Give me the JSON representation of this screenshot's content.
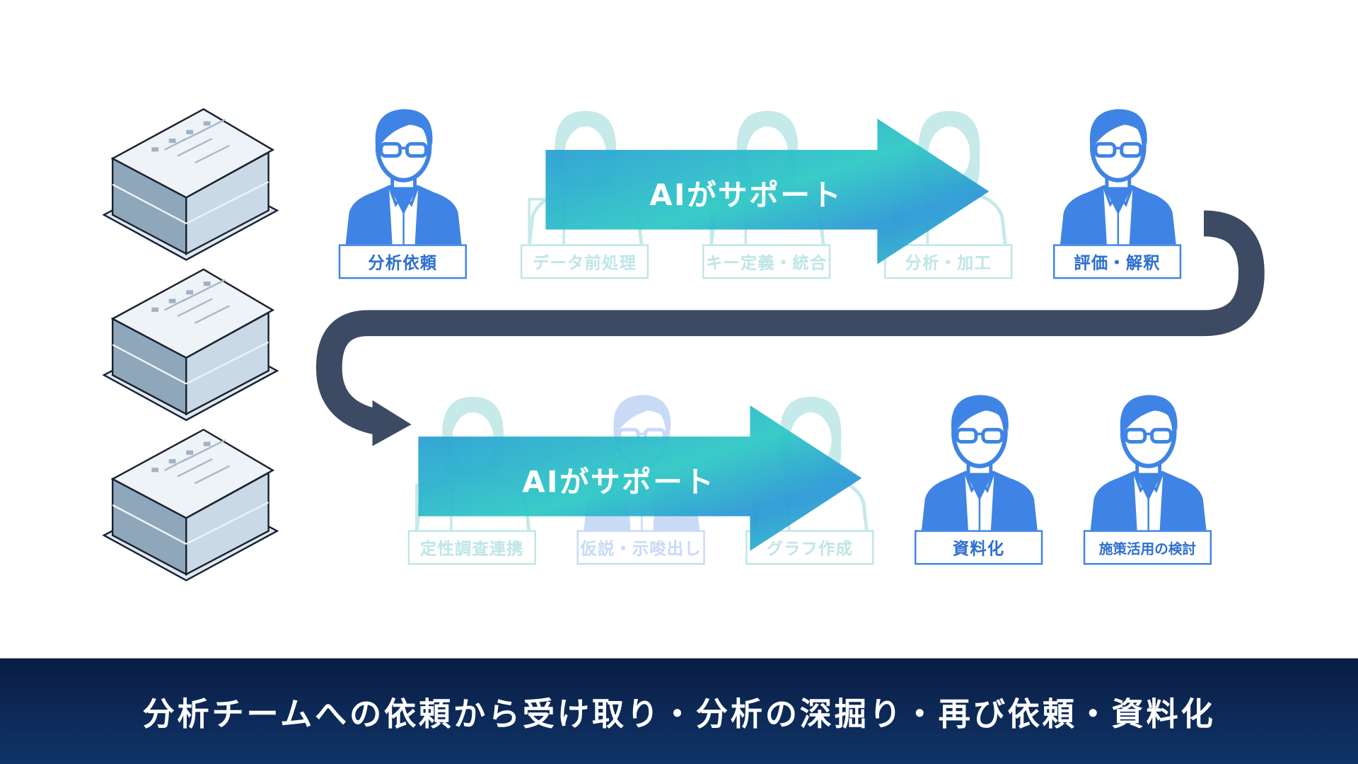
{
  "top_row": {
    "support_arrow_label": "AIがサポート",
    "labels": [
      "分析依頼",
      "データ前処理",
      "キー定義・統合",
      "分析・加工",
      "評価・解釈"
    ]
  },
  "bottom_row": {
    "support_arrow_label": "AIがサポート",
    "labels": [
      "定性調査連携",
      "仮説・示唆出し",
      "グラフ作成",
      "資料化",
      "施策活用の検討"
    ]
  },
  "banner": {
    "caption": "分析チームへの依頼から受け取り・分析の深掘り・再び依頼・資料化"
  },
  "colors": {
    "person_blue": "#3f84e5",
    "faint_teal": "#bfe6e6",
    "connector": "#3d4a63",
    "arrow_start": "#2a8fd6",
    "arrow_end": "#2fc8c4",
    "banner": "#0b2150"
  }
}
